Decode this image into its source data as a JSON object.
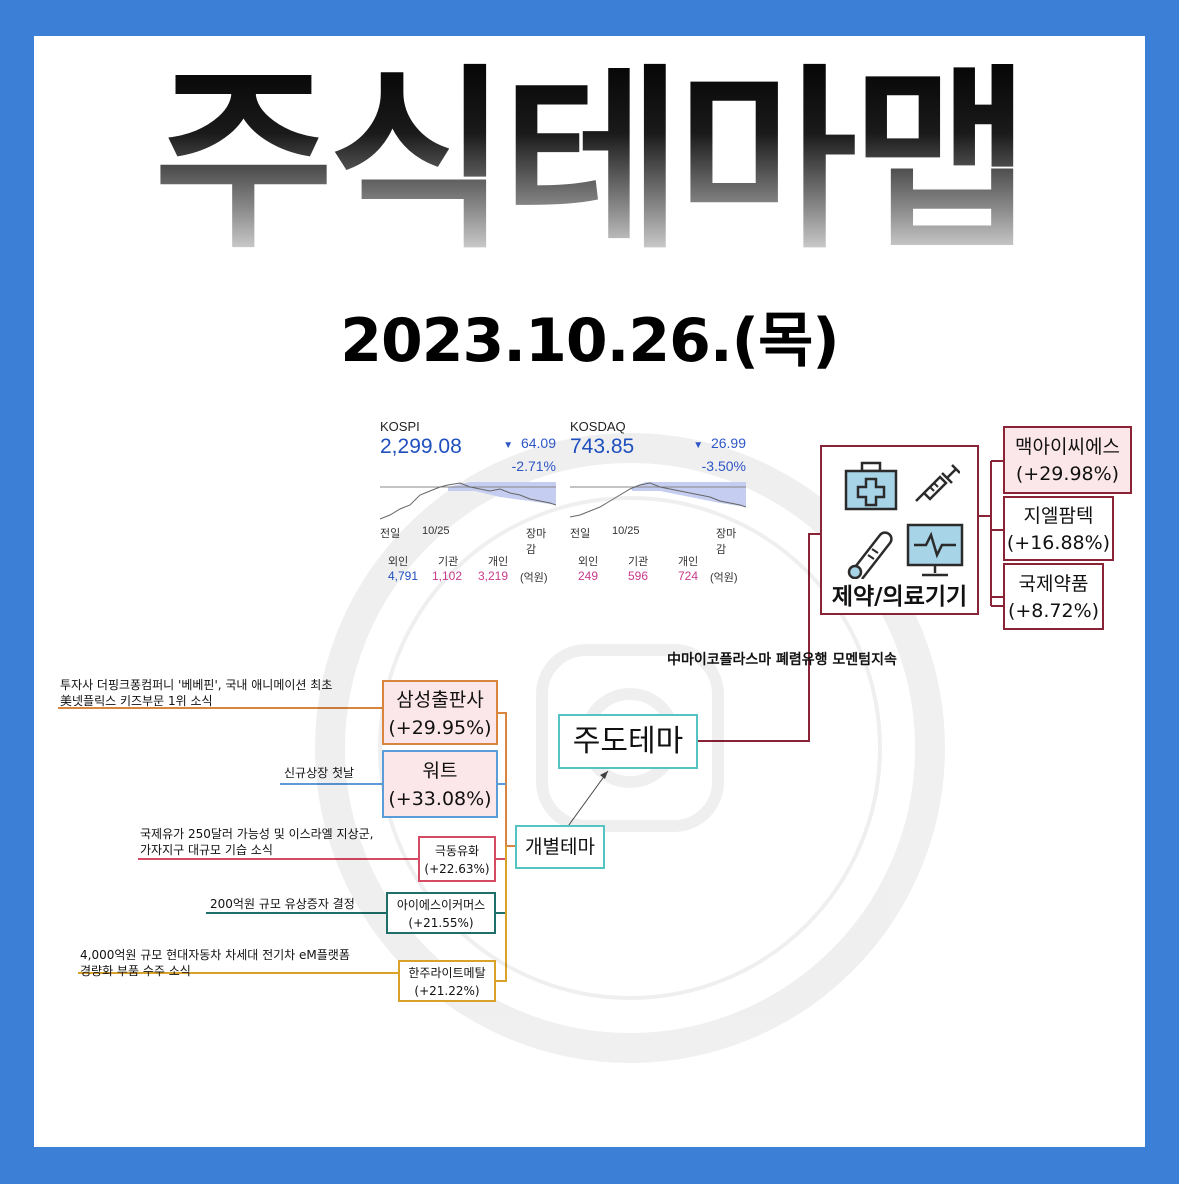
{
  "title": "주식테마맵",
  "date": "2023.10.26.(목)",
  "markets": [
    {
      "name": "KOSPI",
      "value": "2,299.08",
      "change": "64.09",
      "change_pct": "-2.71%",
      "axis": [
        "전일",
        "10/25",
        "장마감"
      ],
      "flow_labels": [
        "외인",
        "기관",
        "개인"
      ],
      "flow_values": [
        "4,791",
        "1,102",
        "3,219"
      ],
      "unit": "(억원)"
    },
    {
      "name": "KOSDAQ",
      "value": "743.85",
      "change": "26.99",
      "change_pct": "-3.50%",
      "axis": [
        "전일",
        "10/25",
        "장마감"
      ],
      "flow_labels": [
        "외인",
        "기관",
        "개인"
      ],
      "flow_values": [
        "249",
        "596",
        "724"
      ],
      "unit": "(억원)"
    }
  ],
  "lead_theme": {
    "label": "주도테마",
    "sector": "제약/의료기기",
    "reason": "中마이코플라스마 폐렴유행 모멘텀지속",
    "stocks": [
      {
        "name": "맥아이씨에스",
        "change": "(+29.98%)"
      },
      {
        "name": "지엘팜텍",
        "change": "(+16.88%)"
      },
      {
        "name": "국제약품",
        "change": "(+8.72%)"
      }
    ]
  },
  "individual": {
    "label": "개별테마",
    "stocks": [
      {
        "name": "삼성출판사",
        "change": "(+29.95%)",
        "note": [
          "투자사 더핑크퐁컴퍼니 '베베핀', 국내 애니메이션 최초",
          "美넷플릭스 키즈부문 1위 소식"
        ],
        "color": "#d9853f"
      },
      {
        "name": "워트",
        "change": "(+33.08%)",
        "note": [
          "신규상장 첫날"
        ],
        "color": "#5a9bd8"
      },
      {
        "name": "극동유화",
        "change": "(+22.63%)",
        "note": [
          "국제유가 250달러 가능성 및 이스라엘 지상군,",
          "가자지구 대규모 기습 소식"
        ],
        "color": "#d74a64"
      },
      {
        "name": "아이에스이커머스",
        "change": "(+21.55%)",
        "note": [
          "200억원 규모 유상증자 결정"
        ],
        "color": "#1f6e6a"
      },
      {
        "name": "한주라이트메탈",
        "change": "(+21.22%)",
        "note": [
          "4,000억원 규모 현대자동차 차세대 전기차 eM플랫폼",
          "경량화 부품 수주 소식"
        ],
        "color": "#d8a328"
      }
    ]
  },
  "colors": {
    "frame": "#3c7fd6",
    "lead": "#8b2336",
    "hub": "#53c3c3",
    "pink_fill": "#fbe6ea",
    "market_blue": "#1f4fbf",
    "inflow_pink": "#c93a8c"
  },
  "icons": [
    "medical-kit-icon",
    "syringe-icon",
    "thermometer-icon",
    "heart-monitor-icon"
  ]
}
